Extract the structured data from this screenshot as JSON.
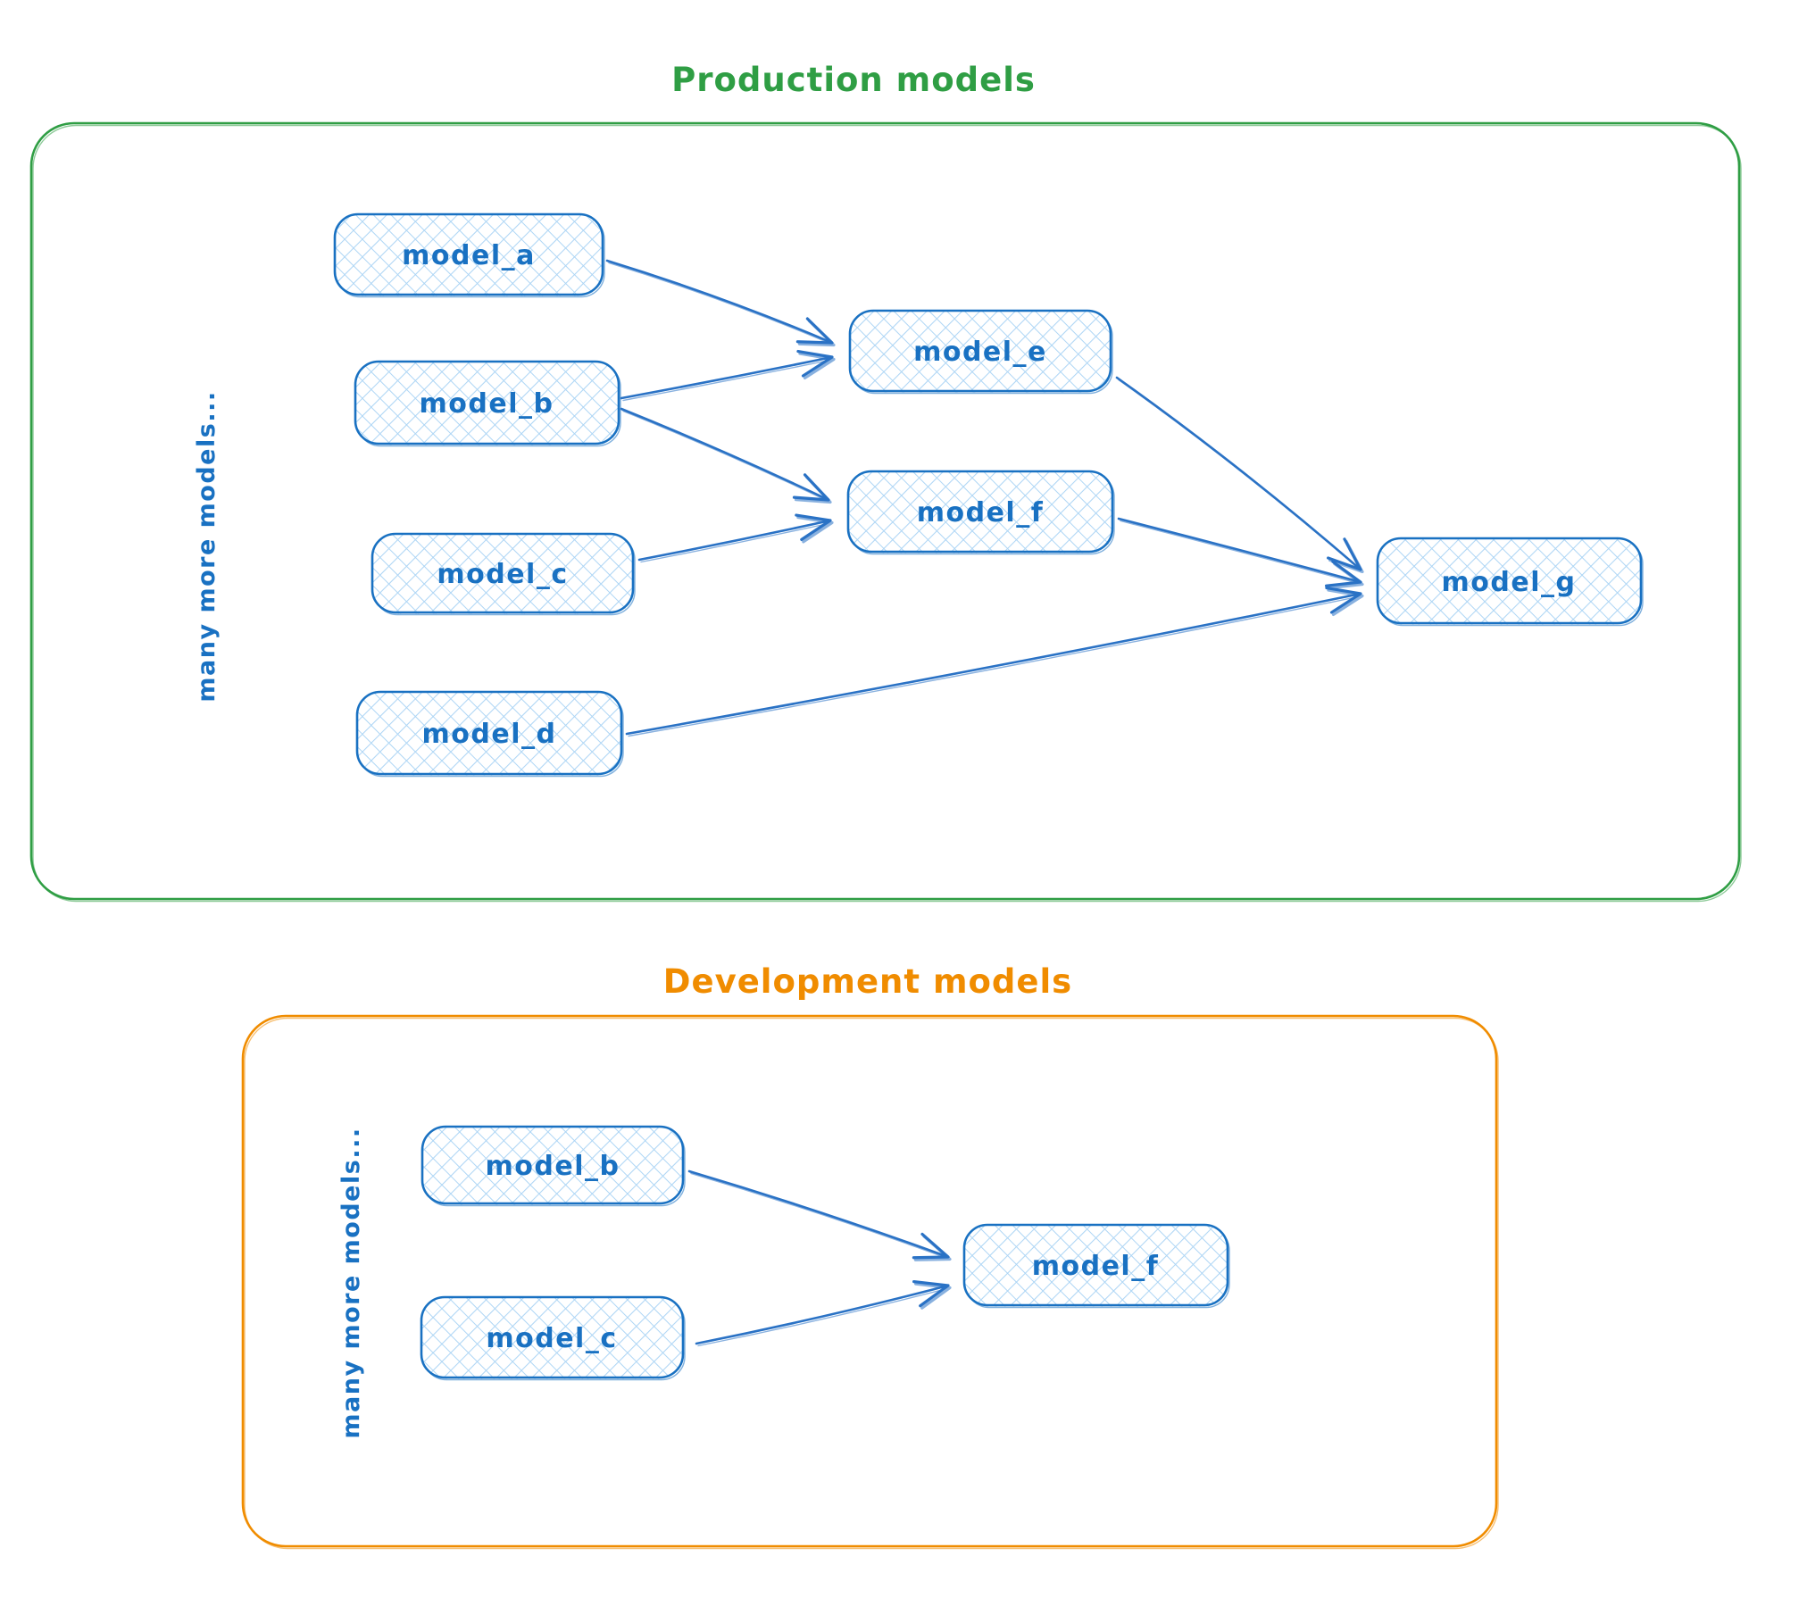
{
  "colors": {
    "production_accent": "#2f9e44",
    "development_accent": "#f08c00",
    "node_stroke": "#1971c2",
    "node_fill": "#aed6f5",
    "node_text": "#1971c2",
    "arrow": "#2a72c5"
  },
  "production": {
    "title": "Production models",
    "side_note": "many more models...",
    "nodes": [
      {
        "id": "model_a",
        "label": "model_a"
      },
      {
        "id": "model_b",
        "label": "model_b"
      },
      {
        "id": "model_c",
        "label": "model_c"
      },
      {
        "id": "model_d",
        "label": "model_d"
      },
      {
        "id": "model_e",
        "label": "model_e"
      },
      {
        "id": "model_f",
        "label": "model_f"
      },
      {
        "id": "model_g",
        "label": "model_g"
      }
    ],
    "edges": [
      {
        "from": "model_a",
        "to": "model_e"
      },
      {
        "from": "model_b",
        "to": "model_e"
      },
      {
        "from": "model_b",
        "to": "model_f"
      },
      {
        "from": "model_c",
        "to": "model_f"
      },
      {
        "from": "model_e",
        "to": "model_g"
      },
      {
        "from": "model_f",
        "to": "model_g"
      },
      {
        "from": "model_d",
        "to": "model_g"
      }
    ]
  },
  "development": {
    "title": "Development models",
    "side_note": "many more models...",
    "nodes": [
      {
        "id": "model_b",
        "label": "model_b"
      },
      {
        "id": "model_c",
        "label": "model_c"
      },
      {
        "id": "model_f",
        "label": "model_f"
      }
    ],
    "edges": [
      {
        "from": "model_b",
        "to": "model_f"
      },
      {
        "from": "model_c",
        "to": "model_f"
      }
    ]
  }
}
